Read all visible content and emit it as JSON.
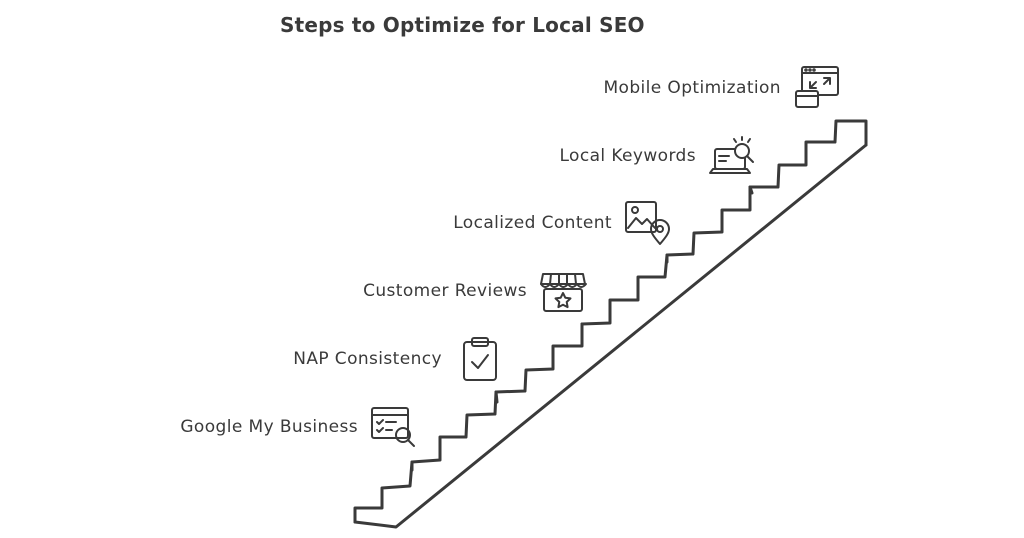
{
  "title": "Steps to Optimize for Local SEO",
  "steps": [
    {
      "label": "Google My Business",
      "icon": "checklist-search-icon"
    },
    {
      "label": "NAP Consistency",
      "icon": "clipboard-check-icon"
    },
    {
      "label": "Customer Reviews",
      "icon": "storefront-star-icon"
    },
    {
      "label": "Localized Content",
      "icon": "image-location-icon"
    },
    {
      "label": "Local Keywords",
      "icon": "laptop-search-icon"
    },
    {
      "label": "Mobile Optimization",
      "icon": "responsive-screens-icon"
    }
  ]
}
